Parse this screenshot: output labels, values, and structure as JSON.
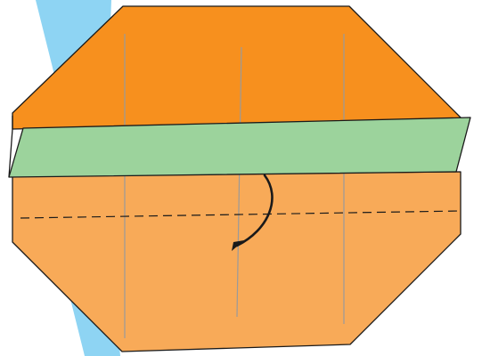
{
  "diagram": {
    "type": "origami-fold-step",
    "colors": {
      "background": "#ffffff",
      "water": "#8ed4f3",
      "paper_back": "#f7901e",
      "paper_front": "#f8aa58",
      "folded_strip": "#9cd39c",
      "outline": "#1a1a1a",
      "crease": "#9a9a9a",
      "fold_line": "#1a1a1a",
      "arrow": "#1a1a1a"
    },
    "elements": {
      "water": "water-band",
      "back": "paper-back-layer",
      "front": "paper-front-layer",
      "strip": "folded-strip",
      "creases": "vertical-crease-lines",
      "fold_line": "valley-fold-line",
      "arrow": "fold-arrow"
    }
  }
}
